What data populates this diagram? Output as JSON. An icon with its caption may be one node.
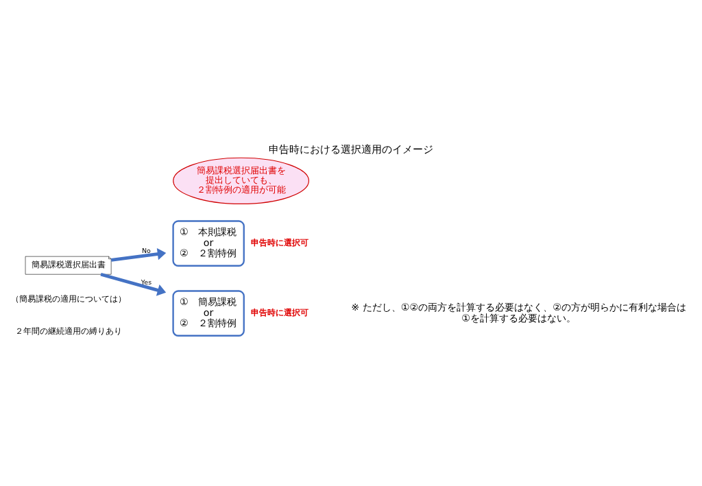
{
  "diagram": {
    "title": "申告時における選択適用のイメージ",
    "caption": "※ ただし、①②の両方を計算する必要はなく、②の方が明らかに有利な場合は①を計算する必要はない。",
    "nodes": [
      {
        "text": [
          "簡易課税選択届出書"
        ]
      },
      {
        "text": [
          "①　本則課税",
          "or",
          "②　２割特例"
        ],
        "beside": [
          "申告時に選択可"
        ]
      },
      {
        "text": [
          "①　簡易課税",
          "or",
          "②　２割特例"
        ],
        "beside": [
          "申告時に選択可"
        ]
      },
      {
        "text": [
          "簡易課税選択届出書を",
          "提出していても、",
          "２割特例の適用が可能"
        ]
      }
    ],
    "edges": [
      {
        "from": 0,
        "to": 1,
        "arrow": "to",
        "label": "No"
      },
      {
        "from": 0,
        "to": 2,
        "arrow": "to",
        "label": "Yes"
      }
    ],
    "labels": [
      "（簡易課税の適用については）",
      "２年間の継続適用の縛りあり"
    ]
  }
}
